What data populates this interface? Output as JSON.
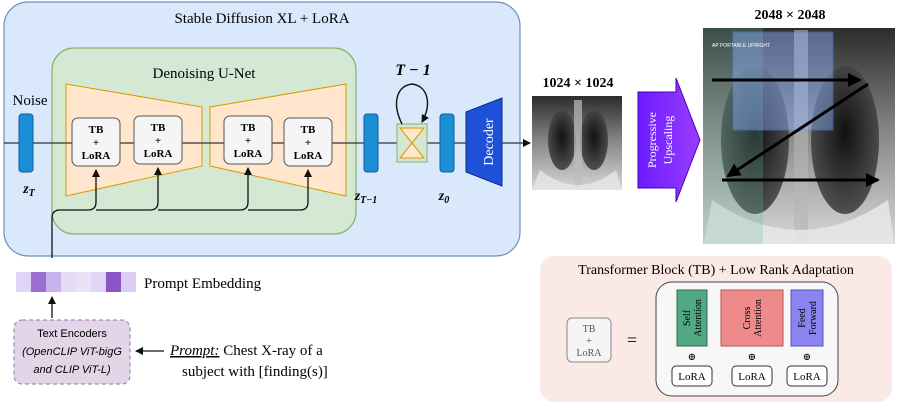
{
  "sdxl": {
    "title": "Stable Diffusion XL + LoRA",
    "noise_label": "Noise",
    "zT_label": "z",
    "zT_sub": "T",
    "unet_title": "Denoising U-Net",
    "tb_blocks": [
      {
        "l1": "TB",
        "l2": "+",
        "l3": "LoRA"
      },
      {
        "l1": "TB",
        "l2": "+",
        "l3": "LoRA"
      },
      {
        "l1": "TB",
        "l2": "+",
        "l3": "LoRA"
      },
      {
        "l1": "TB",
        "l2": "+",
        "l3": "LoRA"
      }
    ],
    "loop_label": "T − 1",
    "zT1_label": "z",
    "zT1_sub": "T−1",
    "z0_label": "z",
    "z0_sub": "0",
    "decoder_label": "Decoder"
  },
  "output": {
    "small_res": "1024 × 1024",
    "large_res": "2048 × 2048",
    "upscale_line1": "Progressive",
    "upscale_line2": "Upscaling",
    "xray_tag": "AP PORTABLE UPRIGHT"
  },
  "prompt": {
    "embedding_label": "Prompt Embedding",
    "encoder_line1": "Text Encoders",
    "encoder_line2": "(OpenCLIP ViT-bigG",
    "encoder_line3": "and CLIP ViT-L)",
    "prompt_keyword": "Prompt:",
    "prompt_text1": " Chest X-ray of a",
    "prompt_text2": "subject with [finding(s)]"
  },
  "tb_legend": {
    "title": "Transformer Block (TB) + Low Rank Adaptation",
    "tb_l1": "TB",
    "tb_l2": "+",
    "tb_l3": "LoRA",
    "equals": "=",
    "plus": "⊕",
    "modules": [
      {
        "l1": "Self",
        "l2": "Attention",
        "lora": "LoRA",
        "color": "#52a882"
      },
      {
        "l1": "Cross",
        "l2": "Attention",
        "lora": "LoRA",
        "color": "#ef8a8a"
      },
      {
        "l1": "Feed",
        "l2": "Forward",
        "lora": "LoRA",
        "color": "#8b84ee"
      }
    ]
  }
}
